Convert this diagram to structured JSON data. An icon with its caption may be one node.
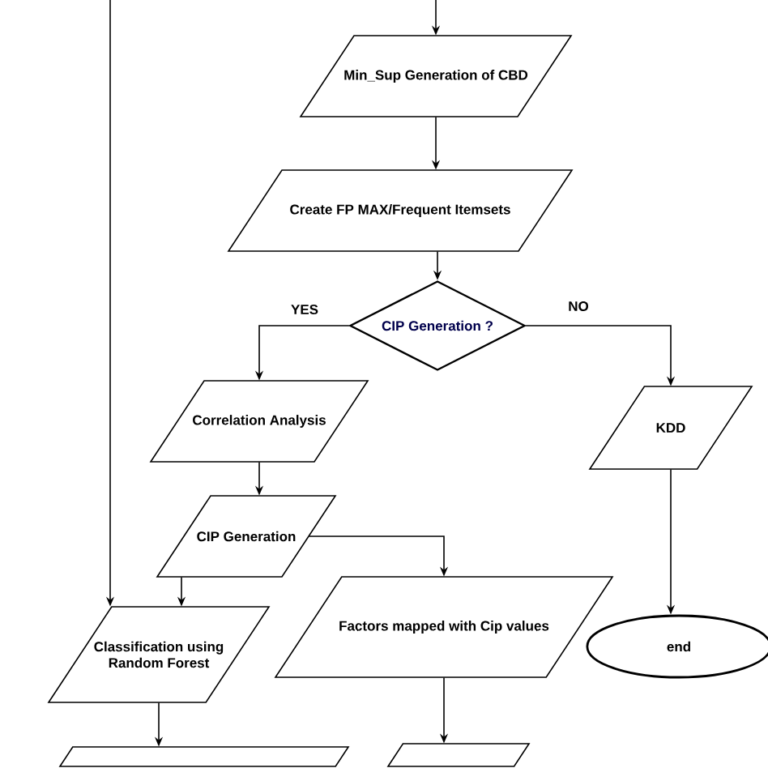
{
  "diagram": {
    "nodes": [
      {
        "text": [
          "Min_Sup Generation of CBD"
        ]
      },
      {
        "text": [
          "Create FP MAX/Frequent Itemsets"
        ]
      },
      {
        "text": [
          "CIP Generation ?"
        ]
      },
      {
        "text": [
          "Correlation Analysis"
        ]
      },
      {
        "text": [
          "KDD"
        ]
      },
      {
        "text": [
          "CIP  Generation"
        ]
      },
      {
        "text": [
          "Factors mapped with Cip values"
        ]
      },
      {
        "text": [
          "Classification using Random Forest"
        ]
      },
      {
        "text": [
          "end"
        ]
      },
      {
        "text": [],
        "shape": "parallelogram"
      },
      {
        "text": [],
        "shape": "parallelogram"
      }
    ],
    "edges": [
      {
        "from": null,
        "to": 0,
        "arrow": "to"
      },
      {
        "from": 0,
        "to": 1,
        "arrow": "to"
      },
      {
        "from": 1,
        "to": 2,
        "arrow": "to"
      },
      {
        "from": 2,
        "to": 3,
        "arrow": "to",
        "label": "YES"
      },
      {
        "from": 2,
        "to": 4,
        "arrow": "to",
        "label": "NO"
      },
      {
        "from": 3,
        "to": 5,
        "arrow": "to"
      },
      {
        "from": 5,
        "to": 6,
        "arrow": "to"
      },
      {
        "from": 5,
        "to": 7,
        "arrow": "to"
      },
      {
        "from": null,
        "to": 7,
        "arrow": "to"
      },
      {
        "from": 4,
        "to": 8,
        "arrow": "to"
      },
      {
        "from": 6,
        "to": 10,
        "arrow": "to"
      },
      {
        "from": 7,
        "to": 9,
        "arrow": "to"
      }
    ]
  }
}
